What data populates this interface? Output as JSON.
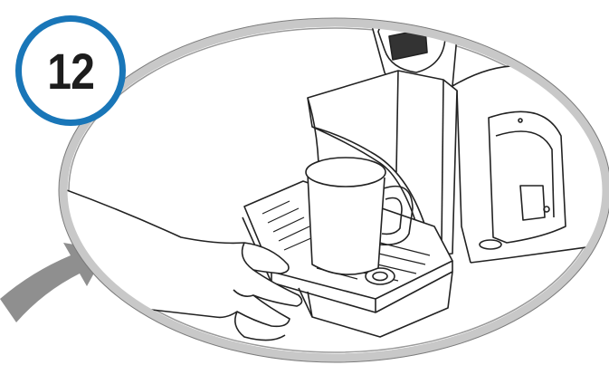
{
  "step": {
    "number": "12",
    "ring_color": "#1976b8",
    "number_color": "#1d1d1d"
  },
  "illustration": {
    "frame_color": "#c8c8c8",
    "line_color": "#222222",
    "arrow_color": "#8f8f8f",
    "icons": [
      "coffee-machine",
      "mug",
      "drip-tray",
      "hand",
      "curved-arrow"
    ]
  }
}
